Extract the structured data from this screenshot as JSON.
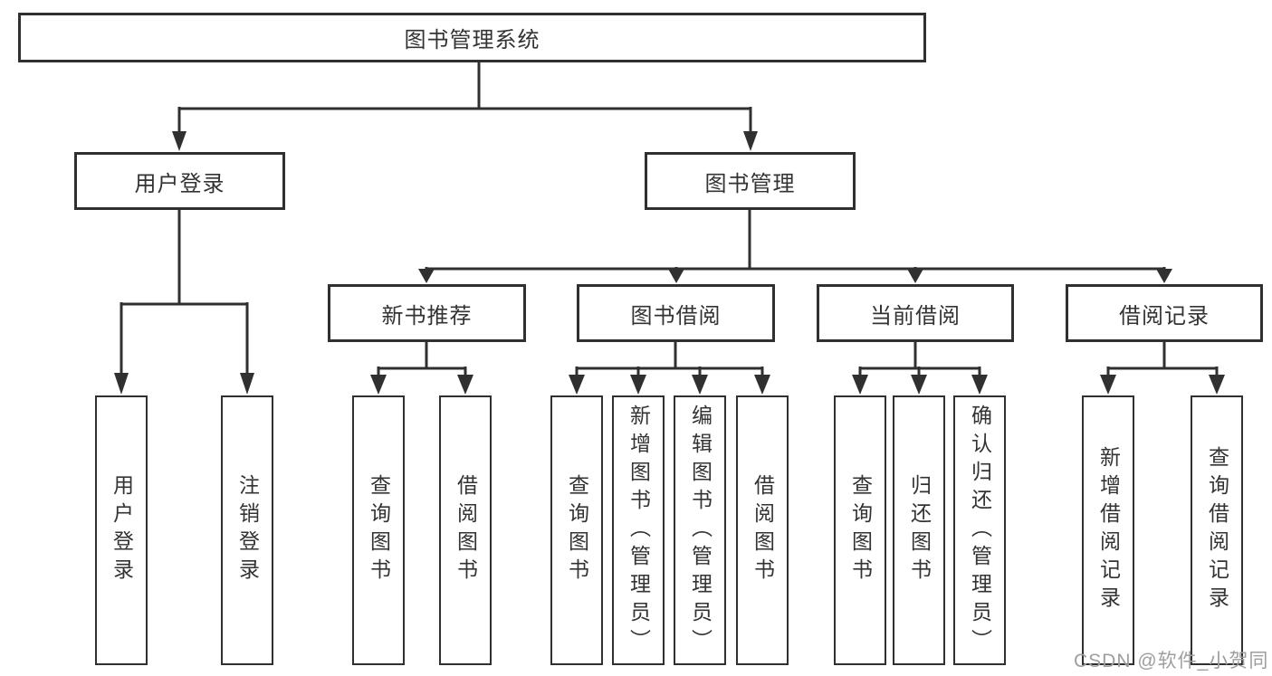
{
  "colors": {
    "line": "#303030",
    "box_border": "#303030",
    "text": "#333333",
    "background": "#ffffff",
    "watermark": "#9e9e9e"
  },
  "tree": {
    "root": {
      "label": "图书管理系统"
    },
    "branches": [
      {
        "label": "用户登录"
      },
      {
        "label": "图书管理"
      }
    ],
    "modules": [
      {
        "label": "新书推荐"
      },
      {
        "label": "图书借阅"
      },
      {
        "label": "当前借阅"
      },
      {
        "label": "借阅记录"
      }
    ],
    "leaves": {
      "user_login": [
        "用户登录",
        "注销登录"
      ],
      "new_book": [
        "查询图书",
        "借阅图书"
      ],
      "book_borrow": [
        "查询图书",
        "新增图书（管理员）",
        "编辑图书（管理员）",
        "借阅图书"
      ],
      "current_borrow": [
        "查询图书",
        "归还图书",
        "确认归还（管理员）"
      ],
      "borrow_record": [
        "新增借阅记录",
        "查询借阅记录"
      ]
    }
  },
  "watermark": {
    "text": "CSDN @软件_小贺同学"
  }
}
